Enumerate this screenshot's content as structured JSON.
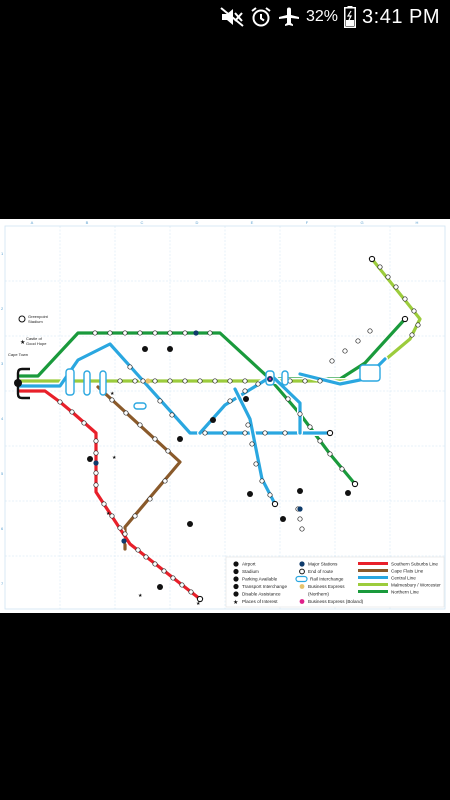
{
  "status_bar": {
    "battery_percent": "32%",
    "time": "3:41 PM",
    "icons": [
      "mute-icon",
      "alarm-icon",
      "airplane-icon",
      "battery-icon"
    ]
  },
  "map": {
    "grid_columns": [
      "A",
      "B",
      "C",
      "D",
      "E",
      "F",
      "G",
      "H"
    ],
    "grid_rows": [
      "1",
      "2",
      "3",
      "4",
      "5",
      "6",
      "7"
    ],
    "landmarks": {
      "stadium": [
        "Greenpoint",
        "Stadium"
      ],
      "castle": [
        "Castle of",
        "Good Hope"
      ],
      "city": "Cape Town"
    },
    "lines": [
      {
        "name": "Southern Suburbs Line",
        "color": "#e8202a"
      },
      {
        "name": "Cape Flats Line",
        "color": "#8a5a2b"
      },
      {
        "name": "Central Line",
        "color": "#2aa7e0"
      },
      {
        "name": "Malmesbury / Worcester",
        "color": "#9ccc3c"
      },
      {
        "name": "Northern Line",
        "color": "#1a9a3c"
      }
    ],
    "legend": {
      "symbols": [
        {
          "icon": "airport-icon",
          "label": "Airport"
        },
        {
          "icon": "stadium-icon",
          "label": "Stadium"
        },
        {
          "icon": "parking-icon",
          "label": "Parking Available"
        },
        {
          "icon": "transport-interchange-icon",
          "label": "Transport Interchange"
        },
        {
          "icon": "disabled-access-icon",
          "label": "Disable Assistance"
        },
        {
          "icon": "star-icon",
          "label": "Places of Interest"
        }
      ],
      "stations": [
        {
          "icon": "major-station-icon",
          "label": "Major Stations"
        },
        {
          "icon": "end-of-route-icon",
          "label": "End of route"
        },
        {
          "icon": "rail-interchange-icon",
          "label": "Rail Interchange"
        },
        {
          "icon": "business-express-icon",
          "label": "Business Express"
        },
        {
          "icon": "business-express-northern-icon",
          "label": "(Northern)"
        },
        {
          "icon": "business-express-boland-icon",
          "label": "Business Express (Boland)"
        }
      ]
    }
  }
}
